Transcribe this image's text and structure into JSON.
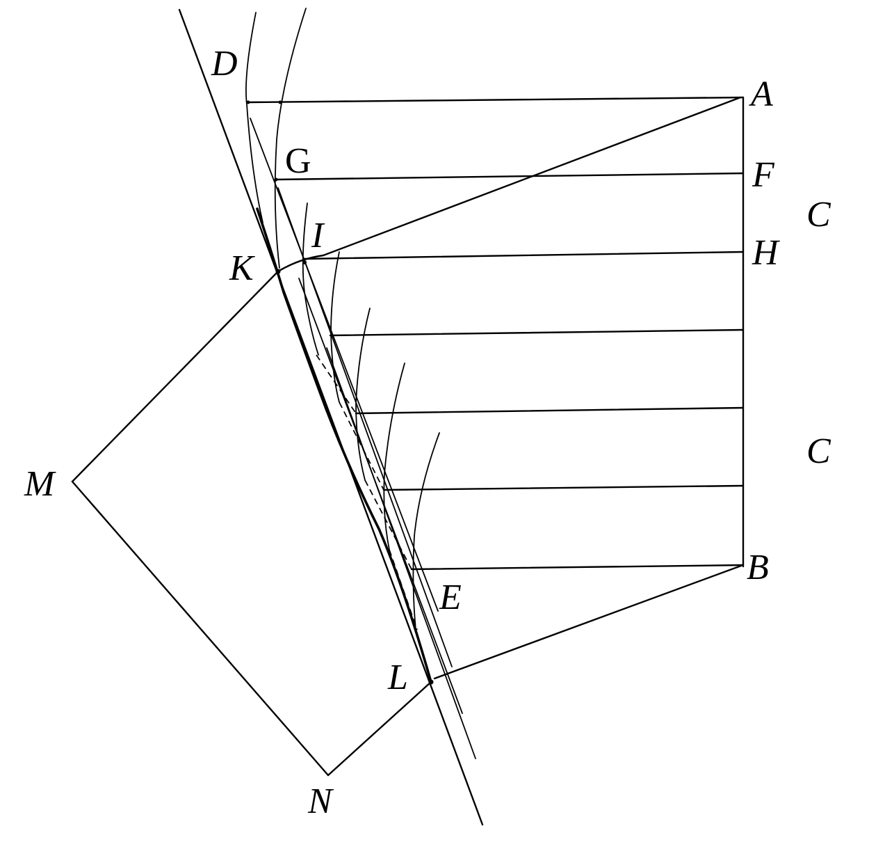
{
  "figure": {
    "labels": {
      "A": "A",
      "B": "B",
      "C_upper": "C",
      "C_lower": "C",
      "D": "D",
      "E": "E",
      "F": "F",
      "G": "G",
      "H": "H",
      "I": "I",
      "K": "K",
      "L": "L",
      "M": "M",
      "N": "N"
    }
  }
}
